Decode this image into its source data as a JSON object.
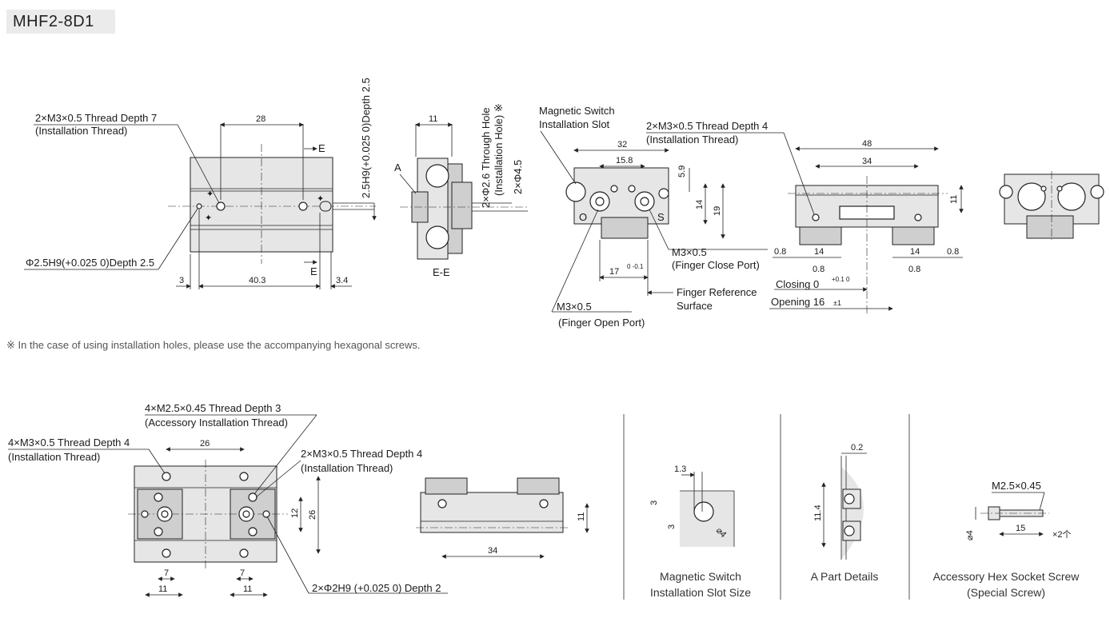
{
  "model": "MHF2-8D1",
  "top_view": {
    "thread_callout": "2×M3×0.5 Thread Depth 7",
    "thread_sub": "(Installation Thread)",
    "dim_28": "28",
    "section_mark": "E",
    "pin_hole": "Φ2.5H9(+0.025 0)Depth 2.5",
    "depth_vert": "2.5H9(+0.025 0)Depth 2.5",
    "dim_3": "3",
    "dim_40_3": "40.3",
    "dim_3_4": "3.4"
  },
  "section_view": {
    "dim_11": "11",
    "mark_a": "A",
    "through_hole": "2×Φ2.6 Through Hole",
    "install_hole": "(Installation Hole) ※",
    "cbore": "2×Φ4.5",
    "caption": "E-E"
  },
  "side_view": {
    "switch_slot": "Magnetic Switch",
    "switch_slot2": "Installation Slot",
    "dim_32": "32",
    "dim_15_8": "15.8",
    "dim_5_9": "5.9",
    "dim_14": "14",
    "dim_19": "19",
    "letter_o": "O",
    "letter_s": "S",
    "close_port": "M3×0.5",
    "close_port2": "(Finger Close Port)",
    "dim_17": "17",
    "tol_17": "0 -0.1",
    "ref_surface": "Finger Reference",
    "ref_surface2": "Surface",
    "open_port": "M3×0.5",
    "open_port2": "(Finger Open Port)"
  },
  "front_view": {
    "thread_callout": "2×M3×0.5 Thread Depth 4",
    "thread_sub": "(Installation Thread)",
    "dim_48": "48",
    "dim_34": "34",
    "dim_11": "11",
    "dim_0_8": "0.8",
    "dim_14": "14",
    "closing": "Closing 0",
    "closing_tol": "+0.1 0",
    "opening": "Opening 16",
    "opening_tol": "±1"
  },
  "footnote": "※ In the case of using installation holes, please use the accompanying hexagonal screws.",
  "bottom_view": {
    "acc_thread": "4×M2.5×0.45 Thread Depth 3",
    "acc_thread_sub": "(Accessory Installation Thread)",
    "inst_thread": "4×M3×0.5 Thread Depth 4",
    "inst_thread_sub": "(Installation Thread)",
    "dim_26": "26",
    "right_thread": "2×M3×0.5 Thread Depth 4",
    "right_thread_sub": "(Installation Thread)",
    "dim_12": "12",
    "dim_26v": "26",
    "dim_7": "7",
    "dim_11": "11",
    "pin": "2×Φ2H9 (+0.025 0) Depth 2"
  },
  "rear_view": {
    "dim_34": "34",
    "dim_11": "11"
  },
  "detail_slot": {
    "dim_1_3": "1.3",
    "dim_3a": "3",
    "dim_3b": "3",
    "dim_d4": "⌀4",
    "caption1": "Magnetic Switch",
    "caption2": "Installation Slot Size"
  },
  "detail_a": {
    "dim_0_2": "0.2",
    "dim_11_4": "11.4",
    "caption": "A Part Details"
  },
  "detail_screw": {
    "thread": "M2.5×0.45",
    "dim_d4": "⌀4",
    "dim_15": "15",
    "qty": "×2个",
    "caption1": "Accessory Hex Socket Screw",
    "caption2": "(Special Screw)"
  }
}
